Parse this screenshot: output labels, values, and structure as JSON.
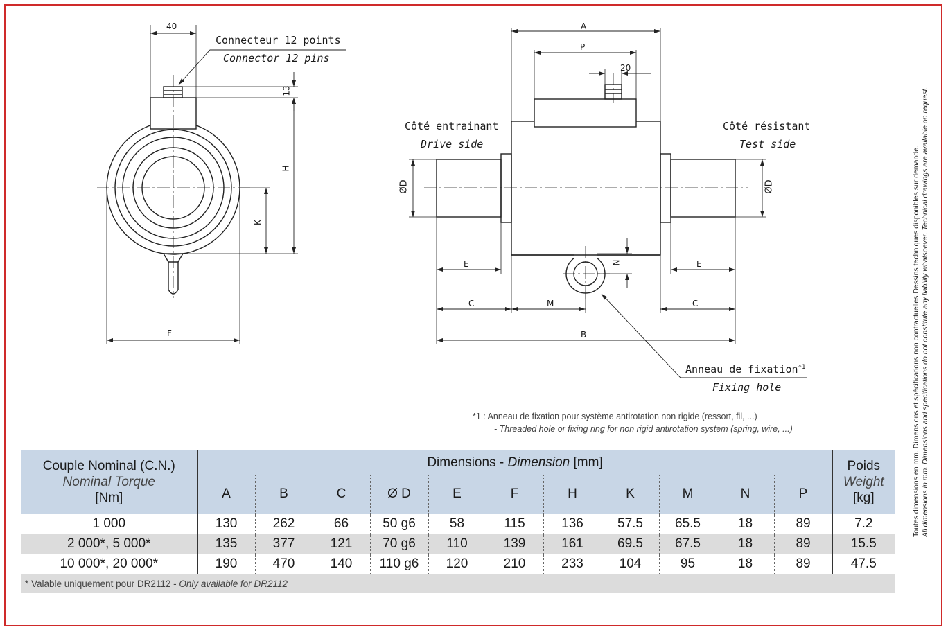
{
  "drawing": {
    "left_view": {
      "dim_40": "40",
      "dim_13": "13",
      "dim_H": "H",
      "dim_K": "K",
      "dim_F": "F",
      "connector_fr": "Connecteur 12 points",
      "connector_en": "Connector 12 pins"
    },
    "right_view": {
      "dim_A": "A",
      "dim_P": "P",
      "dim_20": "20",
      "dim_D_left": "ØD",
      "dim_D_right": "ØD",
      "dim_N": "N",
      "dim_E_left": "E",
      "dim_E_right": "E",
      "dim_C_left": "C",
      "dim_C_right": "C",
      "dim_M": "M",
      "dim_B": "B",
      "drive_fr": "Côté entrainant",
      "drive_en": "Drive side",
      "test_fr": "Côté résistant",
      "test_en": "Test side",
      "fixing_fr": "Anneau de fixation",
      "fixing_sup": "*1",
      "fixing_en": "Fixing hole"
    },
    "footnote_fr": "*1 : Anneau de fixation pour système antirotation non rigide (ressort, fil, ...)",
    "footnote_en": "- Threaded hole or fixing ring for non rigid antirotation system (spring, wire, ...)"
  },
  "side_note": {
    "fr": "Toutes dimensions en mm. Dimensions et spécifications non contractuelles.Dessins techniques disponibles sur demande.",
    "en": "All dimensions in mm. Dimensions and specifications do not constitute any liability whatsoever. Technical drawings are available on request."
  },
  "table": {
    "torque_header_fr": "Couple Nominal (C.N.)",
    "torque_header_en": "Nominal Torque",
    "torque_unit": "[Nm]",
    "dimensions_header_fr": "Dimensions -",
    "dimensions_header_en": "Dimension",
    "dimensions_unit": "[mm]",
    "weight_header_fr": "Poids",
    "weight_header_en": "Weight",
    "weight_unit": "[kg]",
    "columns": [
      "A",
      "B",
      "C",
      "Ø D",
      "E",
      "F",
      "H",
      "K",
      "M",
      "N",
      "P"
    ],
    "rows": [
      {
        "torque": "1 000",
        "values": [
          "130",
          "262",
          "66",
          "50 g6",
          "58",
          "115",
          "136",
          "57.5",
          "65.5",
          "18",
          "89"
        ],
        "weight": "7.2"
      },
      {
        "torque": "2 000*, 5 000*",
        "values": [
          "135",
          "377",
          "121",
          "70 g6",
          "110",
          "139",
          "161",
          "69.5",
          "67.5",
          "18",
          "89"
        ],
        "weight": "15.5"
      },
      {
        "torque": "10 000*, 20 000*",
        "values": [
          "190",
          "470",
          "140",
          "110 g6",
          "120",
          "210",
          "233",
          "104",
          "95",
          "18",
          "89"
        ],
        "weight": "47.5"
      }
    ],
    "footnote_fr": "* Valable uniquement pour DR2112 -",
    "footnote_en": "Only available for DR2112"
  }
}
